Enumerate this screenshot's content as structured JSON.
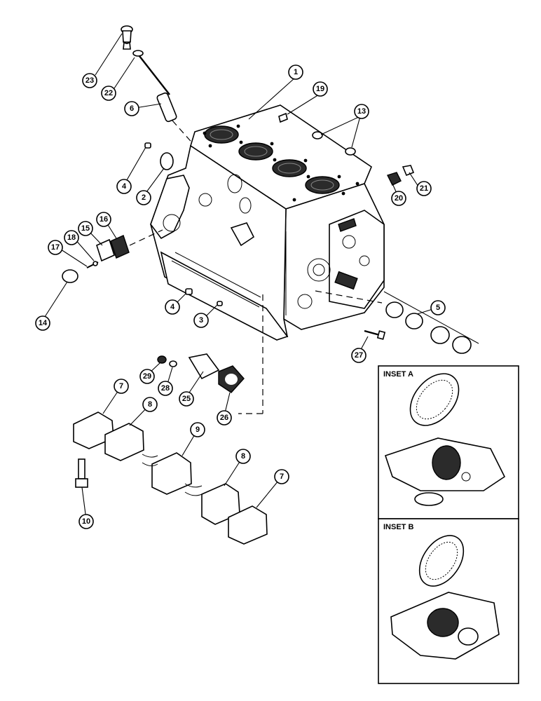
{
  "callouts": [
    {
      "id": "c1",
      "label": "1"
    },
    {
      "id": "c19",
      "label": "19"
    },
    {
      "id": "c13",
      "label": "13"
    },
    {
      "id": "c23",
      "label": "23"
    },
    {
      "id": "c22",
      "label": "22"
    },
    {
      "id": "c6",
      "label": "6"
    },
    {
      "id": "c4a",
      "label": "4"
    },
    {
      "id": "c2",
      "label": "2"
    },
    {
      "id": "c20",
      "label": "20"
    },
    {
      "id": "c21",
      "label": "21"
    },
    {
      "id": "c16",
      "label": "16"
    },
    {
      "id": "c15",
      "label": "15"
    },
    {
      "id": "c18",
      "label": "18"
    },
    {
      "id": "c17",
      "label": "17"
    },
    {
      "id": "c14",
      "label": "14"
    },
    {
      "id": "c4b",
      "label": "4"
    },
    {
      "id": "c3",
      "label": "3"
    },
    {
      "id": "c5",
      "label": "5"
    },
    {
      "id": "c27",
      "label": "27"
    },
    {
      "id": "c29",
      "label": "29"
    },
    {
      "id": "c28",
      "label": "28"
    },
    {
      "id": "c25",
      "label": "25"
    },
    {
      "id": "c26",
      "label": "26"
    },
    {
      "id": "c7a",
      "label": "7"
    },
    {
      "id": "c8a",
      "label": "8"
    },
    {
      "id": "c9",
      "label": "9"
    },
    {
      "id": "c8b",
      "label": "8"
    },
    {
      "id": "c7b",
      "label": "7"
    },
    {
      "id": "c10",
      "label": "10"
    }
  ],
  "insets": {
    "a": {
      "label": "INSET A"
    },
    "b": {
      "label": "INSET B"
    }
  }
}
